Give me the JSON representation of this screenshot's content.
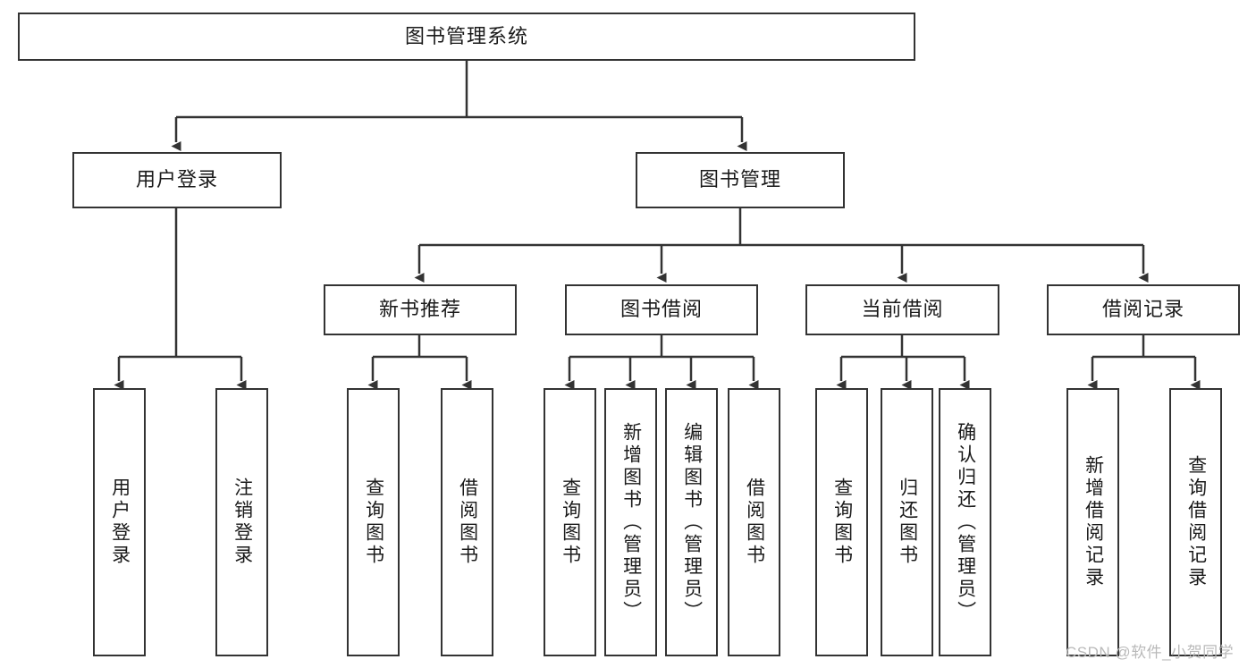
{
  "diagram": {
    "title_node": {
      "label": "图书管理系统"
    },
    "level2": [
      {
        "id": "user-login",
        "label": "用户登录"
      },
      {
        "id": "book-management",
        "label": "图书管理"
      }
    ],
    "level3": [
      {
        "id": "new-book-recommend",
        "label": "新书推荐"
      },
      {
        "id": "book-borrow",
        "label": "图书借阅"
      },
      {
        "id": "current-borrow",
        "label": "当前借阅"
      },
      {
        "id": "borrow-record",
        "label": "借阅记录"
      }
    ],
    "leaves": [
      {
        "id": "leaf-user-login",
        "label": "用户登录",
        "parent": "user-login"
      },
      {
        "id": "leaf-user-logout",
        "label": "注销登录",
        "parent": "user-login"
      },
      {
        "id": "leaf-query-book-1",
        "label": "查询图书",
        "parent": "new-book-recommend"
      },
      {
        "id": "leaf-borrow-book-1",
        "label": "借阅图书",
        "parent": "new-book-recommend"
      },
      {
        "id": "leaf-query-book-2",
        "label": "查询图书",
        "parent": "book-borrow"
      },
      {
        "id": "leaf-add-book",
        "label": "新增图书（管理员）",
        "parent": "book-borrow"
      },
      {
        "id": "leaf-edit-book",
        "label": "编辑图书（管理员）",
        "parent": "book-borrow"
      },
      {
        "id": "leaf-borrow-book-2",
        "label": "借阅图书",
        "parent": "book-borrow"
      },
      {
        "id": "leaf-query-book-3",
        "label": "查询图书",
        "parent": "current-borrow"
      },
      {
        "id": "leaf-return-book",
        "label": "归还图书",
        "parent": "current-borrow"
      },
      {
        "id": "leaf-confirm-return",
        "label": "确认归还（管理员）",
        "parent": "current-borrow"
      },
      {
        "id": "leaf-add-record",
        "label": "新增借阅记录",
        "parent": "borrow-record"
      },
      {
        "id": "leaf-query-record",
        "label": "查询借阅记录",
        "parent": "borrow-record"
      }
    ],
    "watermark": "CSDN @软件_小贺同学",
    "colors": {
      "stroke": "#333333",
      "fill": "#ffffff",
      "text": "#1a1a1a",
      "watermark": "#b9b9b9"
    }
  }
}
